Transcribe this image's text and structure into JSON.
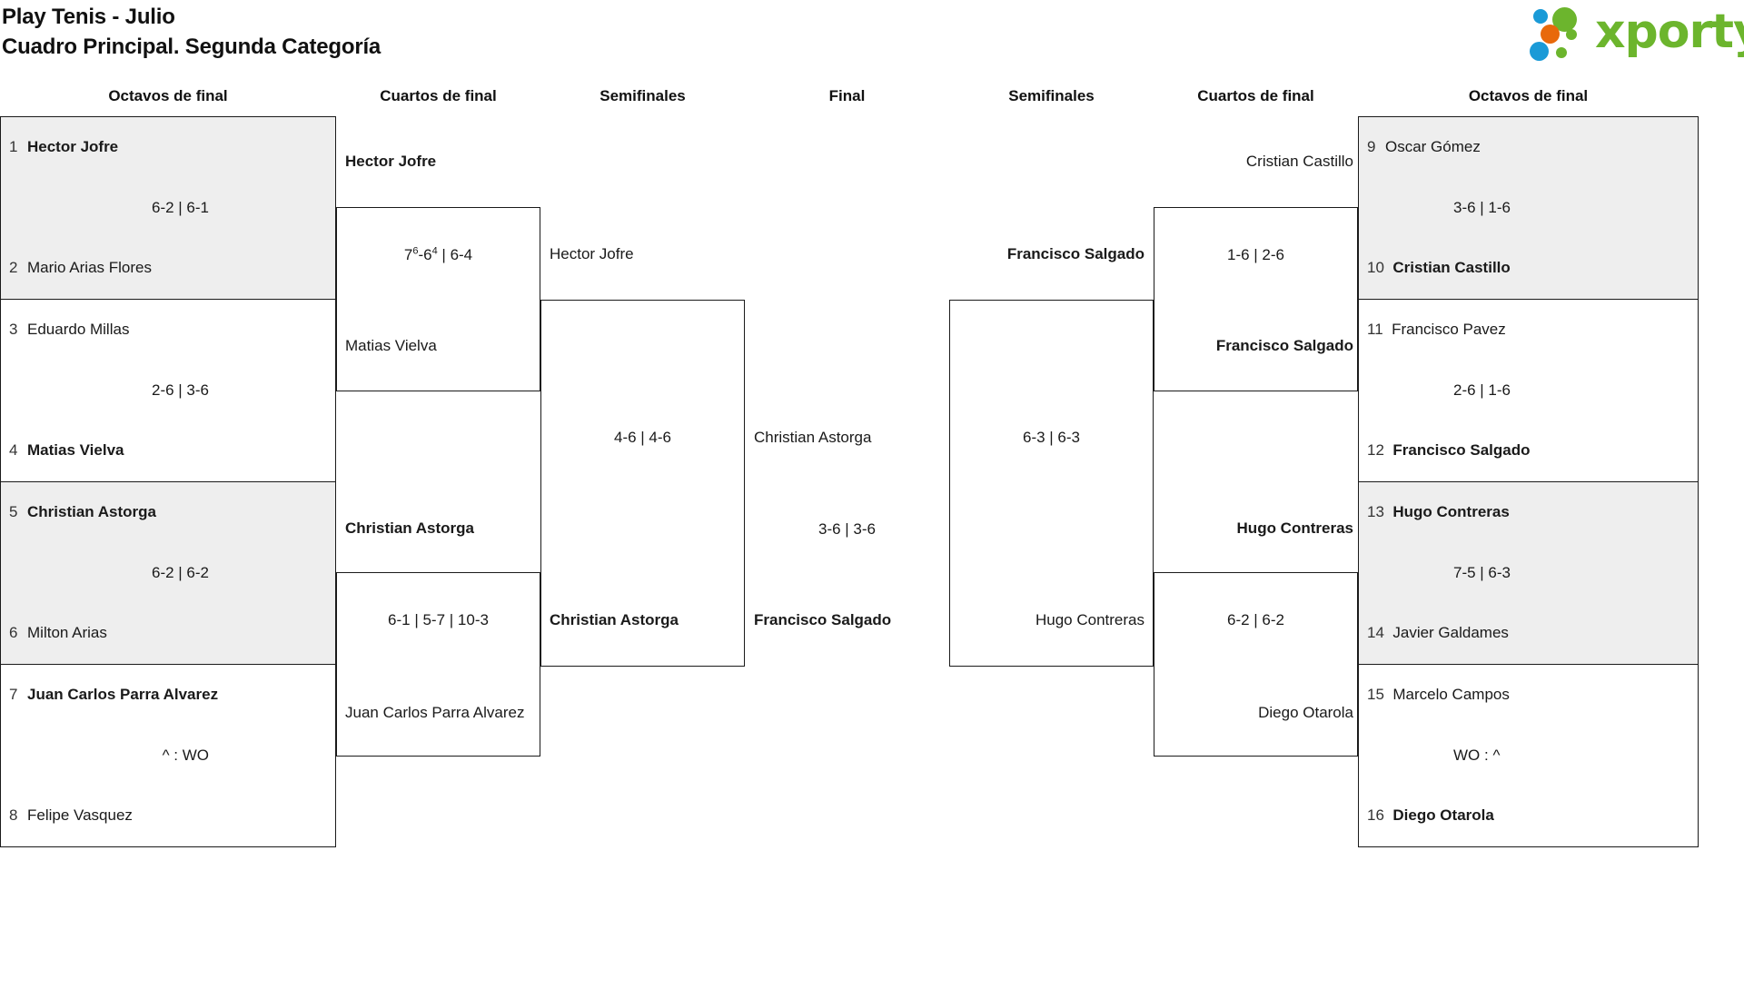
{
  "header": {
    "title_line1": "Play Tenis - Julio",
    "title_line2": "Cuadro Principal. Segunda Categoría",
    "logo_text": "xporty",
    "logo_colors": {
      "green": "#6cb52d",
      "blue": "#1a9ad7",
      "orange": "#e8690b"
    }
  },
  "round_headers": {
    "r1_left": "Octavos de final",
    "r2_left": "Cuartos de final",
    "r3_left": "Semifinales",
    "final": "Final",
    "r3_right": "Semifinales",
    "r2_right": "Cuartos de final",
    "r1_right": "Octavos de final"
  },
  "bracket": {
    "left": {
      "round16": [
        {
          "seed_top": "1",
          "top": "Hector Jofre",
          "top_win": true,
          "seed_bot": "2",
          "bottom": "Mario Arias Flores",
          "bottom_win": false,
          "score": "6-2 | 6-1",
          "shaded": true
        },
        {
          "seed_top": "3",
          "top": "Eduardo Millas",
          "top_win": false,
          "seed_bot": "4",
          "bottom": "Matias Vielva",
          "bottom_win": true,
          "score": "2-6 | 3-6",
          "shaded": false
        },
        {
          "seed_top": "5",
          "top": "Christian Astorga",
          "top_win": true,
          "seed_bot": "6",
          "bottom": "Milton Arias",
          "bottom_win": false,
          "score": "6-2 | 6-2",
          "shaded": true
        },
        {
          "seed_top": "7",
          "top": "Juan Carlos Parra Alvarez",
          "top_win": true,
          "seed_bot": "8",
          "bottom": "Felipe Vasquez",
          "bottom_win": false,
          "score": "^ : WO",
          "shaded": false
        }
      ],
      "quarters": [
        {
          "top": "Hector Jofre",
          "top_win": true,
          "bottom": "Matias Vielva",
          "bottom_win": false,
          "score_html": "7<sup>6</sup>-6<sup>4</sup> | 6-4"
        },
        {
          "top": "Christian Astorga",
          "top_win": true,
          "bottom": "Juan Carlos Parra Alvarez",
          "bottom_win": false,
          "score_html": "6-1 | 5-7 | 10-3"
        }
      ],
      "semis": [
        {
          "top": "Hector Jofre",
          "top_win": false,
          "bottom": "Christian Astorga",
          "bottom_win": true,
          "score_html": "4-6 | 4-6"
        }
      ]
    },
    "final": {
      "top": "Christian Astorga",
      "top_win": false,
      "bottom": "Francisco Salgado",
      "bottom_win": true,
      "score_html": "3-6 | 3-6"
    },
    "right": {
      "round16": [
        {
          "seed_top": "9",
          "top": "Oscar Gómez",
          "top_win": false,
          "seed_bot": "10",
          "bottom": "Cristian Castillo",
          "bottom_win": true,
          "score": "3-6 | 1-6",
          "shaded": true
        },
        {
          "seed_top": "11",
          "top": "Francisco Pavez",
          "top_win": false,
          "seed_bot": "12",
          "bottom": "Francisco Salgado",
          "bottom_win": true,
          "score": "2-6 | 1-6",
          "shaded": false
        },
        {
          "seed_top": "13",
          "top": "Hugo Contreras",
          "top_win": true,
          "seed_bot": "14",
          "bottom": "Javier Galdames",
          "bottom_win": false,
          "score": "7-5 | 6-3",
          "shaded": true
        },
        {
          "seed_top": "15",
          "top": "Marcelo Campos",
          "top_win": false,
          "seed_bot": "16",
          "bottom": "Diego Otarola",
          "bottom_win": true,
          "score": "WO : ^",
          "shaded": false
        }
      ],
      "quarters": [
        {
          "top": "Cristian Castillo",
          "top_win": false,
          "bottom": "Francisco Salgado",
          "bottom_win": true,
          "score_html": "1-6 | 2-6"
        },
        {
          "top": "Hugo Contreras",
          "top_win": true,
          "bottom": "Diego Otarola",
          "bottom_win": false,
          "score_html": "6-2 | 6-2"
        }
      ],
      "semis": [
        {
          "top": "Francisco Salgado",
          "top_win": true,
          "bottom": "Hugo Contreras",
          "bottom_win": false,
          "score_html": "6-3 | 6-3"
        }
      ]
    }
  }
}
